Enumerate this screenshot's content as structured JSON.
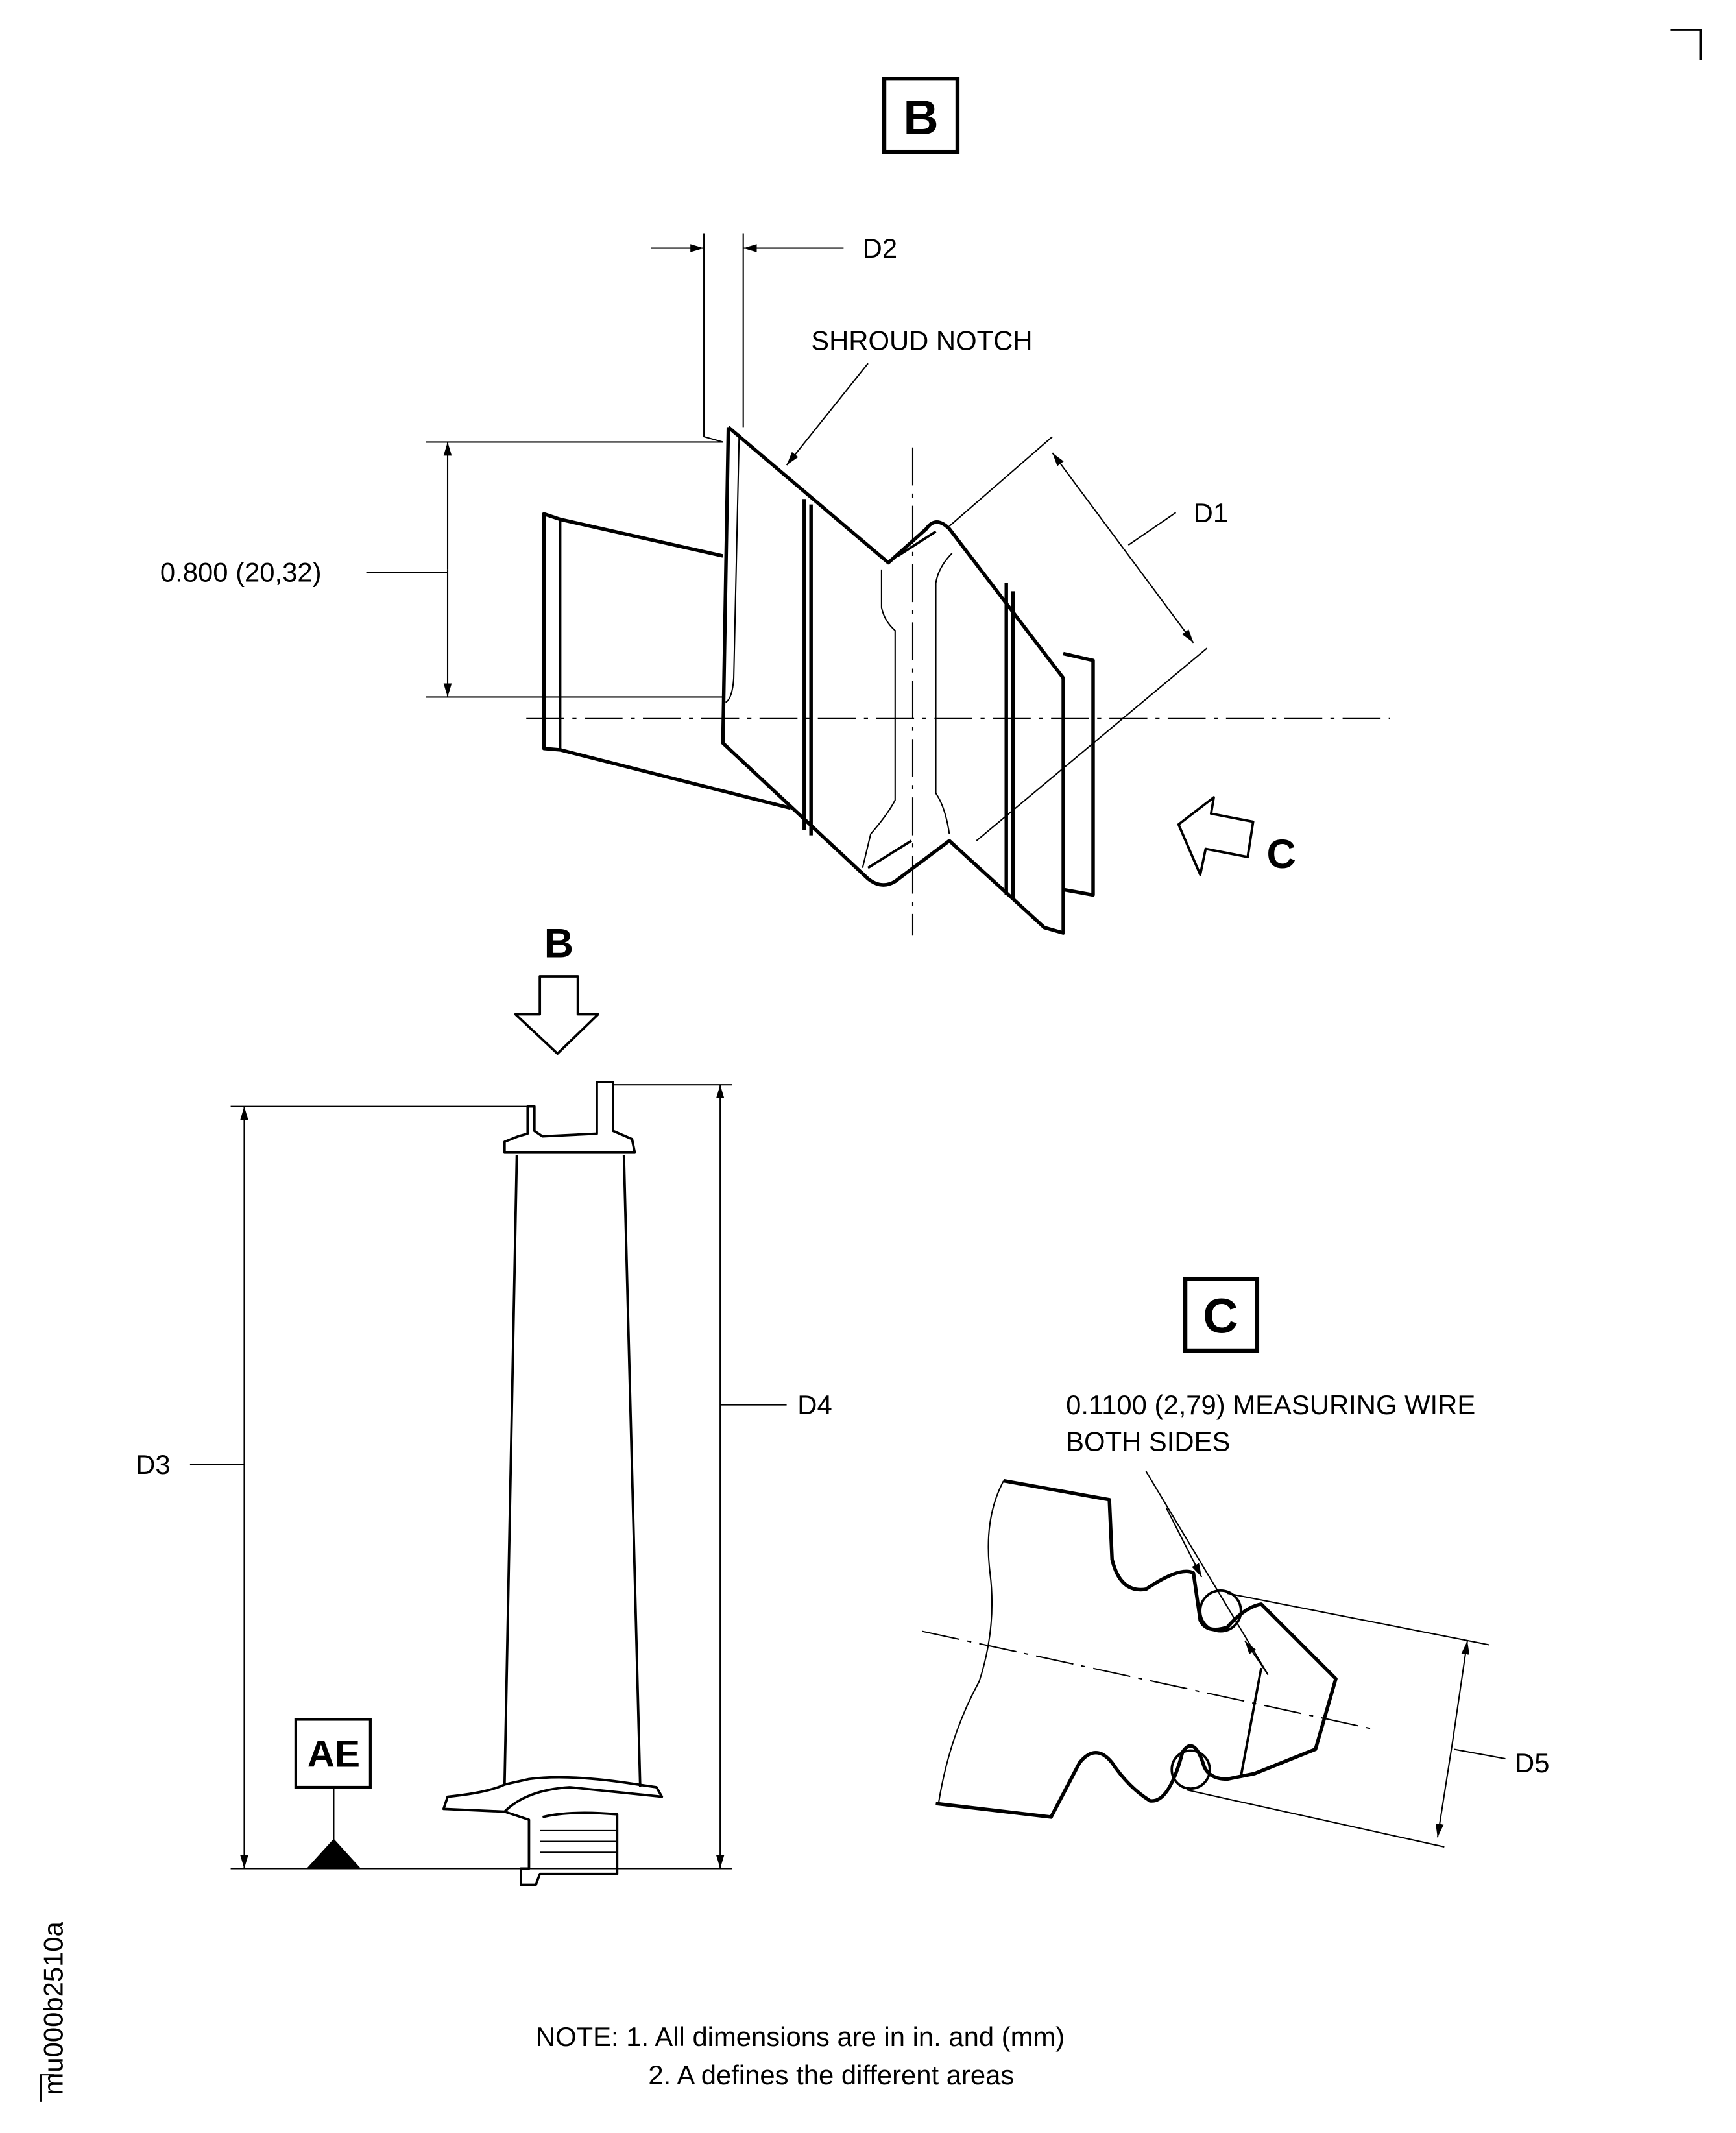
{
  "view_b": {
    "label": "B",
    "dim_d2": "D2",
    "shroud_notch": "SHROUD NOTCH",
    "dim_height": "0.800 (20,32)",
    "dim_d1": "D1",
    "view_arrow_c": "C"
  },
  "blade_view": {
    "view_arrow_b": "B",
    "dim_d3": "D3",
    "dim_d4": "D4",
    "datum": "AE"
  },
  "view_c": {
    "label": "C",
    "wire_note_line1": "0.1100 (2,79) MEASURING WIRE",
    "wire_note_line2": "BOTH SIDES",
    "dim_d5": "D5"
  },
  "notes": {
    "line1": "NOTE: 1. All dimensions are in in. and (mm)",
    "line2": "2. A defines the different areas"
  },
  "figure_id": "mu000b2510a"
}
